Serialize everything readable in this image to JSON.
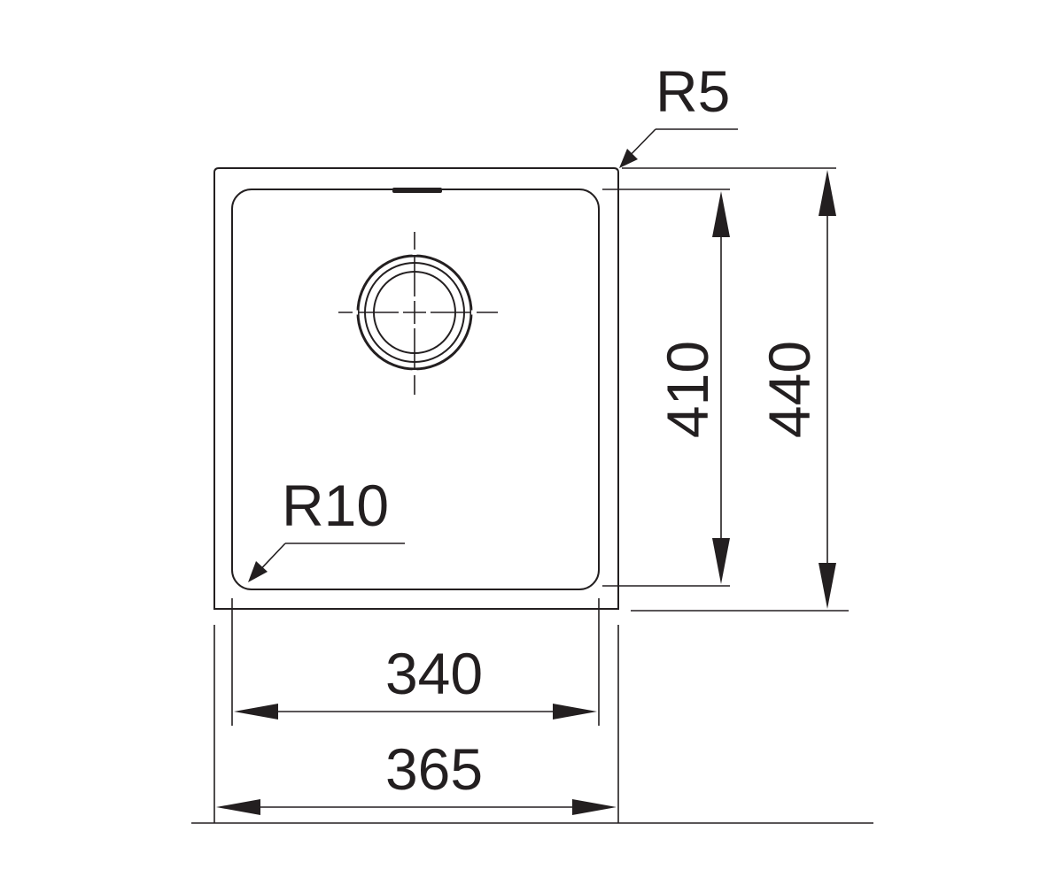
{
  "drawing": {
    "labels": {
      "outer_radius": "R5",
      "inner_radius": "R10",
      "inner_height": "410",
      "outer_height": "440",
      "inner_width": "340",
      "outer_width": "365"
    },
    "colors": {
      "ink": "#231f20",
      "background": "#ffffff"
    }
  }
}
